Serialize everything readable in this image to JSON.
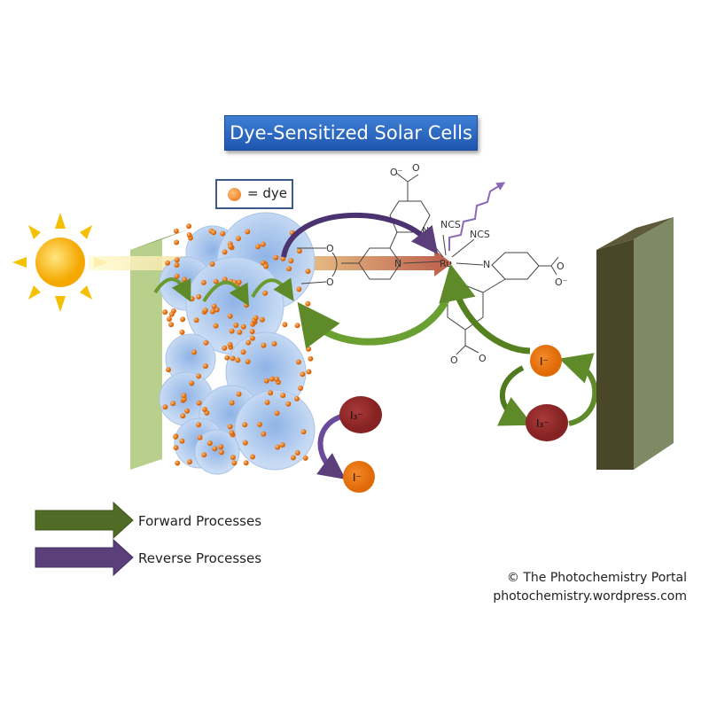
{
  "title": "Dye-Sensitized Solar Cells",
  "legend": {
    "dye_label": "= dye"
  },
  "processes": {
    "forward": "Forward Processes",
    "reverse": "Reverse Processes"
  },
  "ions": {
    "iodide": "I⁻",
    "triiodide": "I₃⁻"
  },
  "molecule": {
    "metal": "Ru",
    "ligand1": "NCS",
    "ligand2": "NCS",
    "nitrogen": "N",
    "oxygen": "O",
    "oxide": "O⁻"
  },
  "credit": {
    "line1": "© The Photochemistry Portal",
    "line2": "photochemistry.wordpress.com"
  },
  "colors": {
    "forward": "#4f6b25",
    "reverse": "#5a3f7a",
    "title_bg": "#2a66c2",
    "dye": "#e8761a",
    "triiodide": "#8e2a2a"
  }
}
